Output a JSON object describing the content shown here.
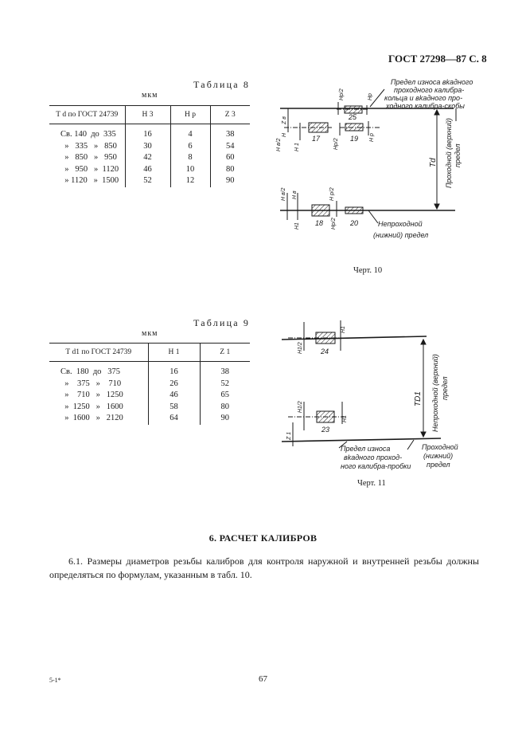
{
  "header": {
    "title": "ГОСТ 27298—87 С. 8"
  },
  "table8": {
    "caption": "Таблица 8",
    "unit": "мкм",
    "headers": [
      "Т d по ГОСТ 24739",
      "H 3",
      "H p",
      "Z 3"
    ],
    "rows": [
      [
        "Св. 140  до  335",
        "16",
        "4",
        "38"
      ],
      [
        "  »   335   »   850",
        "30",
        "6",
        "54"
      ],
      [
        "  »   850   »   950",
        "42",
        "8",
        "60"
      ],
      [
        "  »   950   »  1120",
        "46",
        "10",
        "80"
      ],
      [
        "  » 1120   »  1500",
        "52",
        "12",
        "90"
      ]
    ]
  },
  "fig10": {
    "caption": "Черт. 10",
    "labels": {
      "wear_limit": [
        "Предел износа вkадного",
        "проходного калибра-",
        "кольца и вkадного про-",
        "ходного калибра-скобы"
      ],
      "go_limit": [
        "Проходной (верхний)",
        "предел"
      ],
      "nogo_limit": [
        "Непроходной",
        "(нижний) предел"
      ],
      "td": "Td",
      "dims": [
        "Hp/2",
        "Hp",
        "Z в",
        "H",
        "H в/2",
        "H 1",
        "Hp/2",
        "H p",
        "H в/2",
        "H в",
        "H p/2",
        "H1",
        "Hp/2"
      ],
      "nums": [
        "25",
        "17",
        "19",
        "18",
        "20"
      ]
    }
  },
  "table9": {
    "caption": "Таблица 9",
    "unit": "мкм",
    "headers": [
      "Т d1 по ГОСТ 24739",
      "H 1",
      "Z 1"
    ],
    "rows": [
      [
        "Св.  180  до   375",
        "16",
        "38"
      ],
      [
        "  »    375   »    710",
        "26",
        "52"
      ],
      [
        "  »    710   »   1250",
        "46",
        "65"
      ],
      [
        "  »  1250   »   1600",
        "58",
        "80"
      ],
      [
        "  »  1600   »   2120",
        "64",
        "90"
      ]
    ]
  },
  "fig11": {
    "caption": "Черт. 11",
    "labels": {
      "nogo_limit": [
        "Непроходной (верхний)",
        "предел"
      ],
      "td1": "TD1",
      "wear_limit": [
        "Предел износа",
        "вkадного проход-",
        "ного калибра-пробки"
      ],
      "go_limit": [
        "Проходной",
        "(нижний)",
        "предел"
      ],
      "dims": [
        "H1/2",
        "H1",
        "H1/2",
        "H1",
        "Z 1"
      ],
      "nums": [
        "24",
        "23"
      ]
    }
  },
  "section": {
    "title": "6. РАСЧЕТ КАЛИБРОВ",
    "paragraph": "6.1. Размеры диаметров резьбы калибров для контроля наружной и внутренней резьбы должны определяться по формулам, указанным в табл. 10."
  },
  "footer": {
    "left": "5-1*",
    "page": "67"
  }
}
